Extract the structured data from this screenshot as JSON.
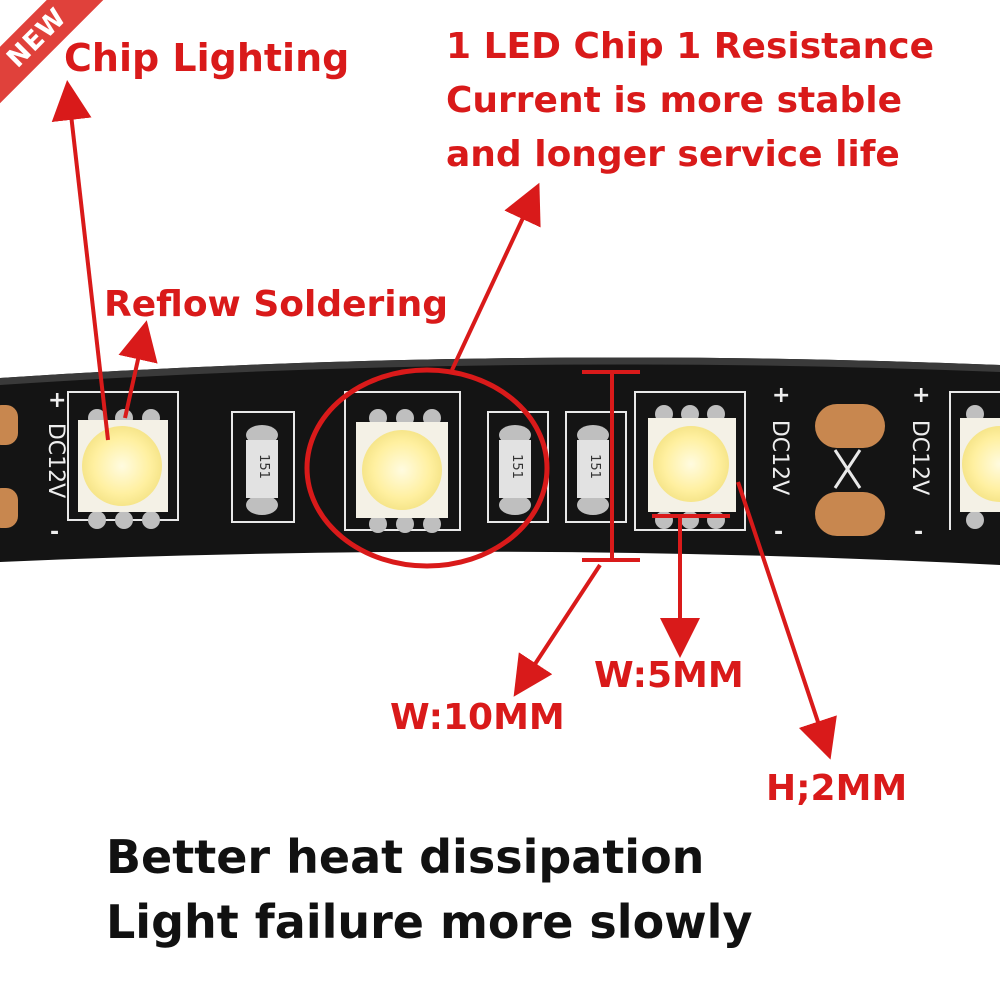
{
  "badge": "NEW",
  "annotations": {
    "chip_lighting": "Chip Lighting",
    "reflow_soldering": "Reflow Soldering",
    "resistance_line1": "1 LED Chip 1 Resistance",
    "resistance_line2": "Current is more stable",
    "resistance_line3": "and longer service life",
    "width_strip": "W:10MM",
    "width_chip": "W:5MM",
    "height_chip": "H;2MM"
  },
  "strip": {
    "voltage_label": "DC12V",
    "plus": "+",
    "minus": "-",
    "resistor_code": "151"
  },
  "footer": {
    "line1": "Better heat dissipation",
    "line2": "Light failure more slowly"
  },
  "colors": {
    "accent": "#d91a1a",
    "strip": "#111111",
    "led": "#fff4a8",
    "pad": "#c8874f",
    "badge": "#e0413b"
  }
}
